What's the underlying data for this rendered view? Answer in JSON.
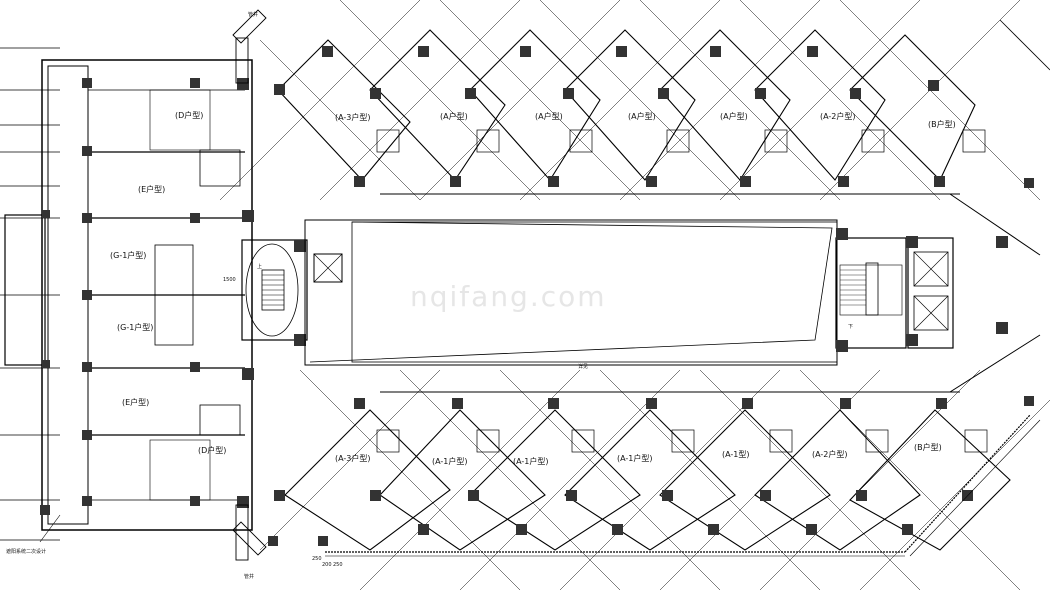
{
  "watermark": "nqifang.com",
  "units_top": [
    {
      "id": "t1",
      "label": "(A-3户型)"
    },
    {
      "id": "t2",
      "label": "(A户型)"
    },
    {
      "id": "t3",
      "label": "(A户型)"
    },
    {
      "id": "t4",
      "label": "(A户型)"
    },
    {
      "id": "t5",
      "label": "(A户型)"
    },
    {
      "id": "t6",
      "label": "(A-2户型)"
    },
    {
      "id": "t7",
      "label": "(B户型)"
    }
  ],
  "units_bottom": [
    {
      "id": "b1",
      "label": "(A-3户型)"
    },
    {
      "id": "b2",
      "label": "(A-1户型)"
    },
    {
      "id": "b3",
      "label": "(A-1户型)"
    },
    {
      "id": "b4",
      "label": "(A-1户型)"
    },
    {
      "id": "b5",
      "label": "(A-1型)"
    },
    {
      "id": "b6",
      "label": "(A-2户型)"
    },
    {
      "id": "b7",
      "label": "(B户型)"
    }
  ],
  "units_left": [
    {
      "id": "l1",
      "label": "(D户型)"
    },
    {
      "id": "l2",
      "label": "(E户型)"
    },
    {
      "id": "l3",
      "label": "(G-1户型)"
    },
    {
      "id": "l4",
      "label": "(G-1户型)"
    },
    {
      "id": "l5",
      "label": "(E户型)"
    },
    {
      "id": "l6",
      "label": "(D户型)"
    }
  ],
  "dims": {
    "stair_width": "1500",
    "d1": "250",
    "d2": "200",
    "d3": "250"
  },
  "notes": {
    "up": "上",
    "down": "下",
    "corridor_note": "详见",
    "bottom_left_note": "遮阳系统二次设计",
    "shaft_top": "管井",
    "shaft_bottom": "管井"
  }
}
